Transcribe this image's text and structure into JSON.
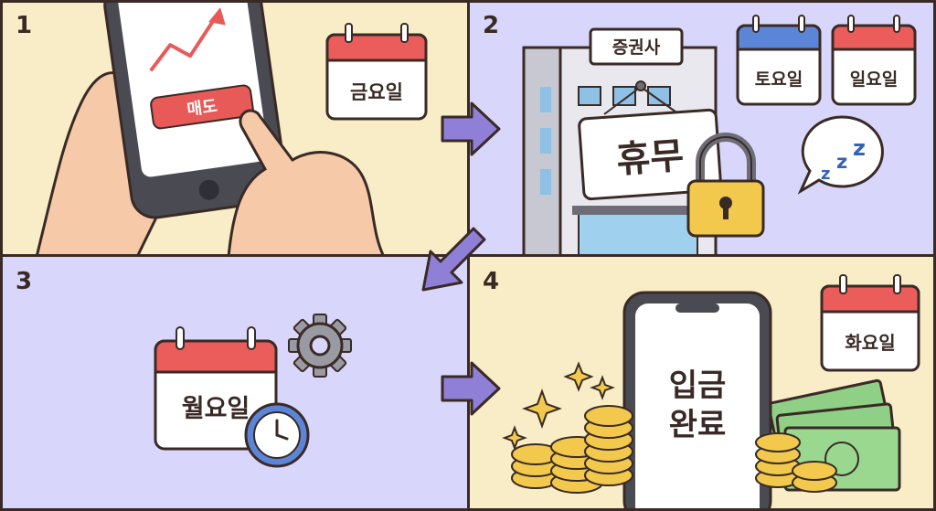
{
  "panels": [
    {
      "number": "1",
      "sell_button": "매도",
      "calendar": "금요일"
    },
    {
      "number": "2",
      "building_sign": "증권사",
      "closed_sign": "휴무",
      "calendars": [
        "토요일",
        "일요일"
      ]
    },
    {
      "number": "3",
      "calendar": "월요일"
    },
    {
      "number": "4",
      "phone_text_line1": "입금",
      "phone_text_line2": "완료",
      "calendar": "화요일"
    }
  ],
  "colors": {
    "yellow_panel": "#f8edc6",
    "lavender_panel": "#d9d6fb",
    "calendar_red": "#ea5d5b",
    "calendar_blue": "#5b86d8",
    "arrow_purple": "#8f7fd6",
    "coin_gold": "#f2c94c",
    "cash_green": "#8fcf86",
    "outline": "#3a2a26"
  }
}
